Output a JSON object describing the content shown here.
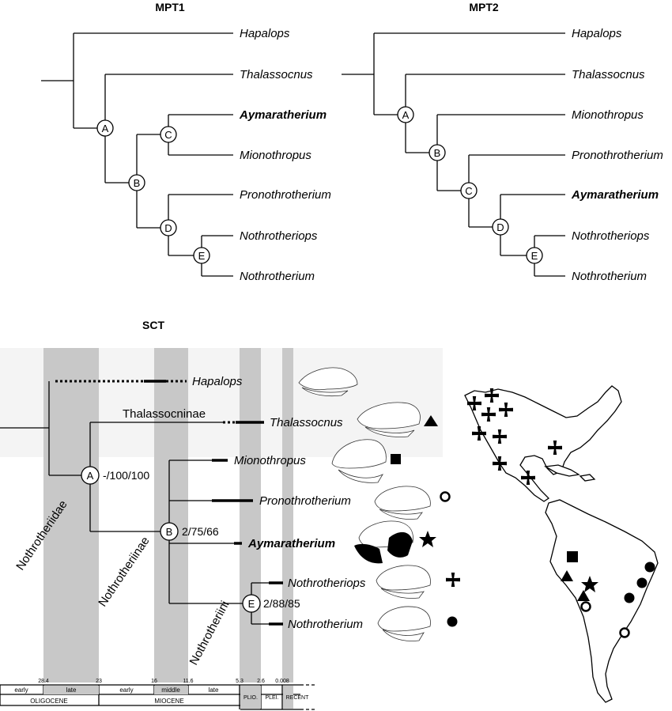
{
  "mpt1": {
    "title": "MPT1",
    "taxa": [
      "Hapalops",
      "Thalassocnus",
      "Aymaratherium",
      "Mionothropus",
      "Pronothrotherium",
      "Nothrotheriops",
      "Nothrotherium"
    ],
    "nodes": [
      "A",
      "B",
      "C",
      "D",
      "E"
    ]
  },
  "mpt2": {
    "title": "MPT2",
    "taxa": [
      "Hapalops",
      "Thalassocnus",
      "Mionothropus",
      "Pronothrotherium",
      "Aymaratherium",
      "Nothrotheriops",
      "Nothrotherium"
    ],
    "nodes": [
      "A",
      "B",
      "C",
      "D",
      "E"
    ]
  },
  "sct": {
    "title": "SCT",
    "taxa": [
      "Hapalops",
      "Thalassocnus",
      "Mionothropus",
      "Pronothrotherium",
      "Aymaratherium",
      "Nothrotheriops",
      "Nothrotherium"
    ],
    "nodes": [
      "A",
      "B",
      "E"
    ],
    "support": [
      "-/100/100",
      "2/75/66",
      "2/88/85"
    ],
    "clades": [
      "Thalassocninae",
      "Nothrotheriidae",
      "Nothrotheriinae",
      "Nothrotheriini"
    ],
    "symbols": {
      "Thalassocnus": "triangle",
      "Mionothropus": "square",
      "Pronothrotherium": "open-circle",
      "Aymaratherium": "star",
      "Nothrotheriops": "cross",
      "Nothrotherium": "filled-circle"
    }
  },
  "timescale": {
    "ages": [
      "28.4",
      "23",
      "16",
      "11.6",
      "5.3",
      "2.6",
      "0.008"
    ],
    "subepochs": [
      "early",
      "late",
      "early",
      "middle",
      "late"
    ],
    "epochs": [
      "OLIGOCENE",
      "MIOCENE",
      "PLIO.",
      "PLEI.",
      "RECENT"
    ]
  },
  "map": {
    "markers": [
      {
        "type": "cross",
        "region": "western North America"
      },
      {
        "type": "cross",
        "region": "Florida"
      },
      {
        "type": "cross",
        "region": "Mexico"
      },
      {
        "type": "cross",
        "region": "Caribbean"
      },
      {
        "type": "square",
        "region": "Peru"
      },
      {
        "type": "triangle",
        "region": "Peru coast"
      },
      {
        "type": "star",
        "region": "Bolivia"
      },
      {
        "type": "triangle",
        "region": "Bolivia"
      },
      {
        "type": "open-circle",
        "region": "Bolivia"
      },
      {
        "type": "open-circle",
        "region": "Argentina"
      },
      {
        "type": "filled-circle",
        "region": "Brazil"
      }
    ]
  }
}
